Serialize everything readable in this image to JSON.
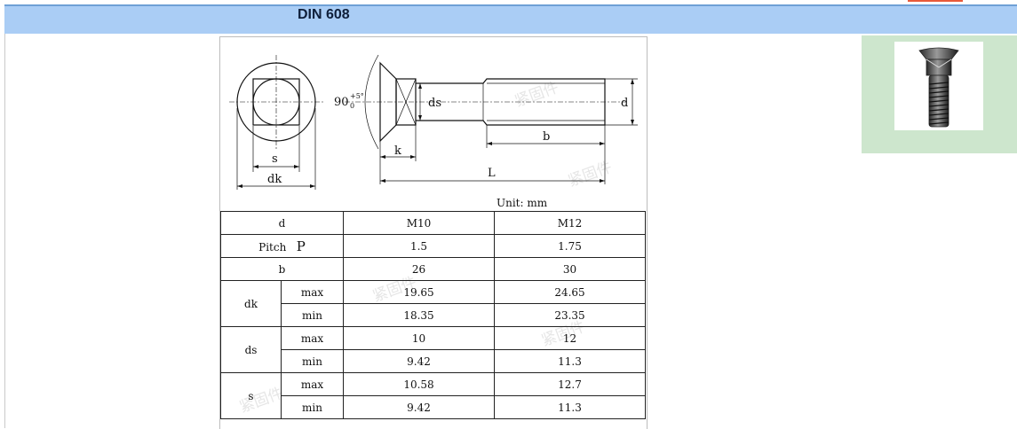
{
  "page": {
    "title": "DIN 608"
  },
  "drawing": {
    "labels": {
      "angle": "90",
      "angle_sup": "+5°",
      "angle_sub": "0",
      "ds": "ds",
      "d": "d",
      "k": "k",
      "b": "b",
      "L": "L",
      "s": "s",
      "dk": "dk"
    },
    "unit_text": "Unit: mm"
  },
  "table": {
    "header": {
      "label": "d",
      "sizes": [
        "M10",
        "M12"
      ]
    },
    "pitch": {
      "label": "Pitch",
      "symbol": "P",
      "values": [
        "1.5",
        "1.75"
      ]
    },
    "b": {
      "label": "b",
      "values": [
        "26",
        "30"
      ]
    },
    "dk": {
      "label": "dk",
      "max": {
        "label": "max",
        "values": [
          "19.65",
          "24.65"
        ]
      },
      "min": {
        "label": "min",
        "values": [
          "18.35",
          "23.35"
        ]
      }
    },
    "ds": {
      "label": "ds",
      "max": {
        "label": "max",
        "values": [
          "10",
          "12"
        ]
      },
      "min": {
        "label": "min",
        "values": [
          "9.42",
          "11.3"
        ]
      }
    },
    "s": {
      "label": "s",
      "max": {
        "label": "max",
        "values": [
          "10.58",
          "12.7"
        ]
      },
      "min": {
        "label": "min",
        "values": [
          "9.42",
          "11.3"
        ]
      }
    }
  },
  "colors": {
    "title_bar": "#aacdf5",
    "photo_bg": "#cde6cd",
    "accent_tab": "#e8593a"
  }
}
